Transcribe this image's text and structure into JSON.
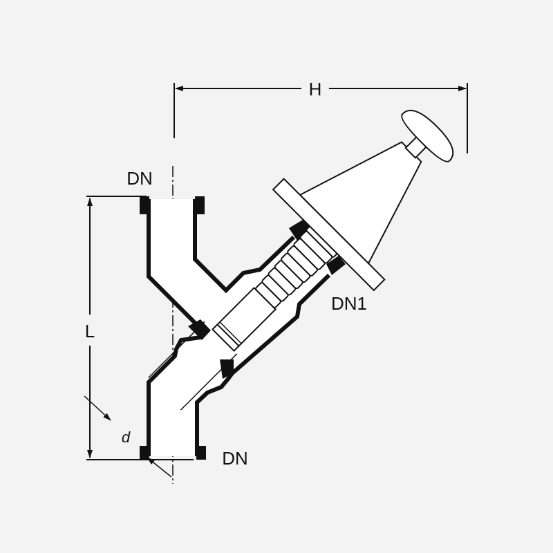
{
  "diagram": {
    "labels": {
      "height_dim": "H",
      "length_dim": "L",
      "top_port": "DN",
      "bottom_port": "DN",
      "branch_port": "DN1",
      "diameter_dim": "d"
    },
    "colors": {
      "background": "#f3f3f3",
      "ink": "#111111",
      "fill": "#ffffff"
    }
  }
}
